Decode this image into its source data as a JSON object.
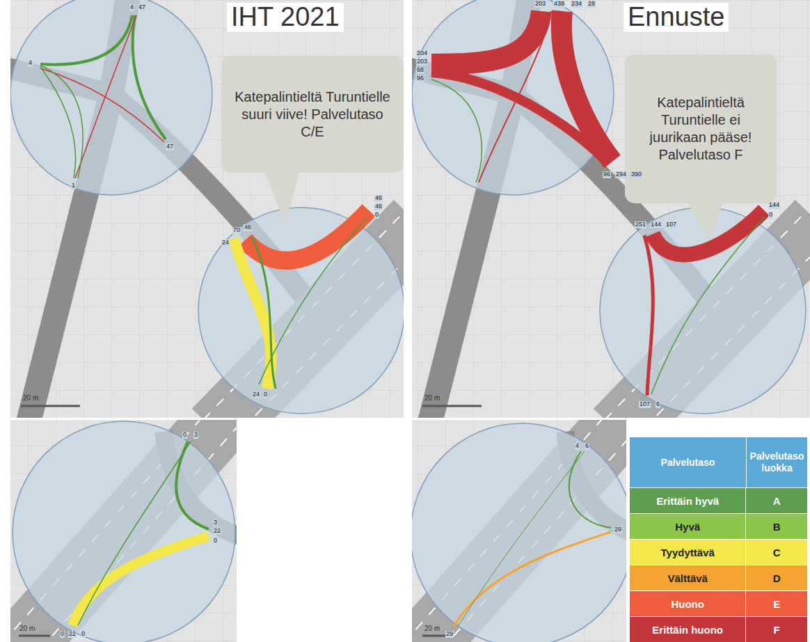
{
  "diagram": {
    "nodes": [
      {
        "text": [
          "Katepalintieltä Turuntielle suuri viive! Palvelutaso C/E"
        ]
      },
      {
        "text": [
          "Katepalintieltä Turuntielle ei juurikaan pääse! Palvelutaso F"
        ]
      }
    ],
    "labels": [
      "IHT 2021",
      "Ennuste",
      "20 m",
      "20 m",
      "20 m",
      "20 m",
      "Palvelutaso",
      "Palvelutaso luokka",
      "A",
      "B",
      "C",
      "D",
      "E",
      "F",
      "4",
      "47",
      "4",
      "47",
      "1",
      "70",
      "46",
      "24",
      "46",
      "46",
      "0",
      "24",
      "0",
      "203",
      "438",
      "234",
      "28",
      "204",
      "203",
      "68",
      "96",
      "96",
      "294",
      "390",
      "251",
      "144",
      "107",
      "144",
      "0",
      "107",
      "6",
      "0",
      "3",
      "3",
      "22",
      "0",
      "0",
      "22",
      "0",
      "4",
      "6",
      "29",
      "29"
    ],
    "legend": [
      {
        "text": "Erittäin hyvä",
        "color": "#5f9e50"
      },
      {
        "text": "Hyvä",
        "color": "#8dc54a"
      },
      {
        "text": "Tyydyttävä",
        "color": "#f2e84b"
      },
      {
        "text": "Välttävä",
        "color": "#f5a332"
      },
      {
        "text": "Huono",
        "color": "#ef5e3c"
      },
      {
        "text": "Erittäin huono",
        "color": "#c3363a"
      }
    ]
  }
}
